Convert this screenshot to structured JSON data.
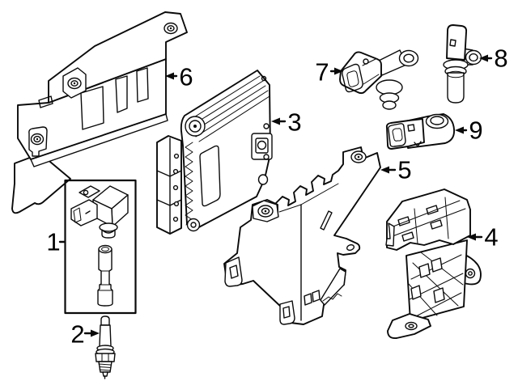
{
  "diagram": {
    "background": "#ffffff",
    "line_color": "#0a0a0a",
    "label_color": "#000000",
    "callouts": [
      {
        "number": "1",
        "part": "ignition-coil-with-boot"
      },
      {
        "number": "2",
        "part": "spark-plug"
      },
      {
        "number": "3",
        "part": "engine-control-module"
      },
      {
        "number": "4",
        "part": "side-mount-bracket"
      },
      {
        "number": "5",
        "part": "module-mounting-bracket"
      },
      {
        "number": "6",
        "part": "coil-cover-bracket"
      },
      {
        "number": "7",
        "part": "camshaft-position-sensor"
      },
      {
        "number": "8",
        "part": "crankshaft-position-sensor"
      },
      {
        "number": "9",
        "part": "knock-sensor"
      }
    ]
  }
}
